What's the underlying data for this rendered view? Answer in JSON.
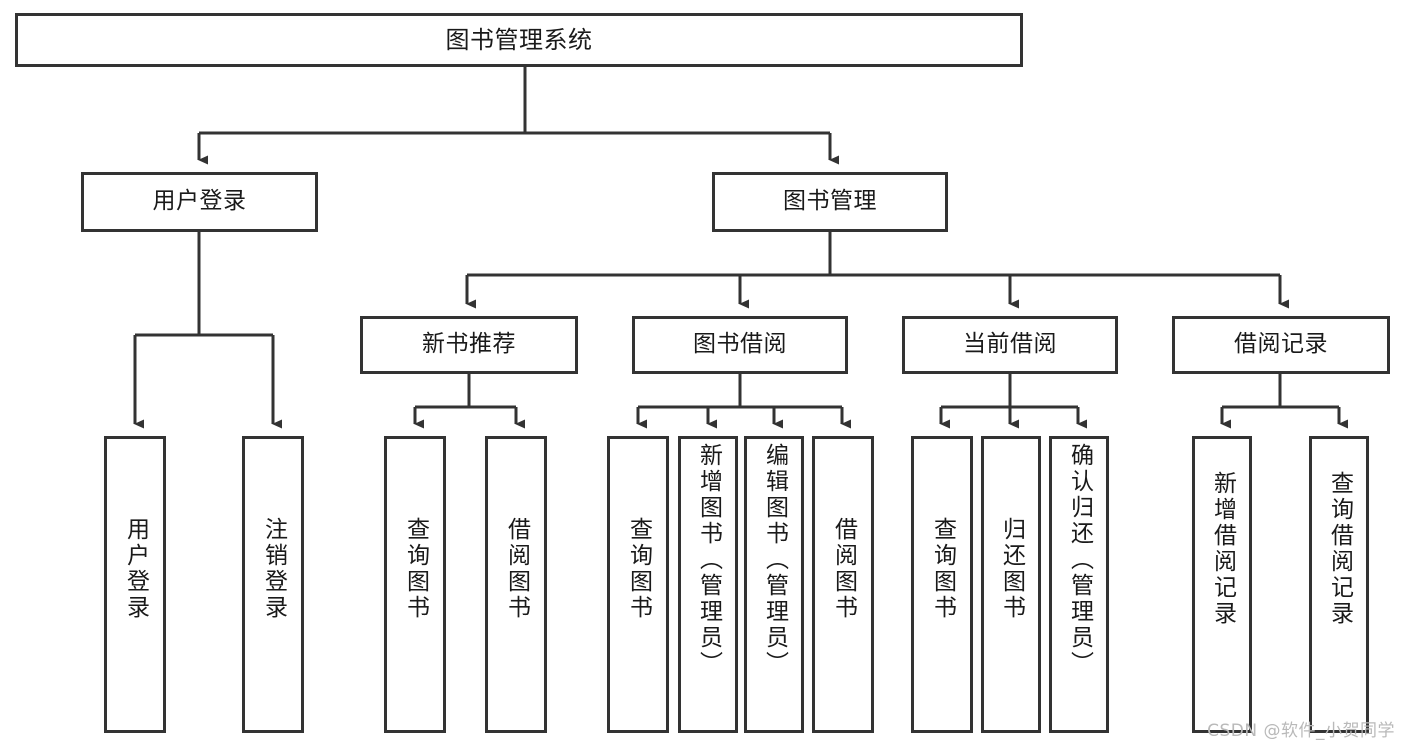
{
  "diagram": {
    "type": "tree-hierarchy",
    "title": "图书管理系统",
    "watermark": "CSDN @软件_小贺同学",
    "colors": {
      "stroke": "#333333",
      "fill": "#ffffff",
      "text": "#1a1a1a",
      "watermark": "#b9b9b9"
    },
    "nodes": {
      "root": {
        "label": "图书管理系统"
      },
      "level1": [
        {
          "id": "user-login",
          "label": "用户登录"
        },
        {
          "id": "book-management",
          "label": "图书管理"
        }
      ],
      "level2": [
        {
          "id": "new-book-recommend",
          "label": "新书推荐"
        },
        {
          "id": "book-borrow",
          "label": "图书借阅"
        },
        {
          "id": "current-borrow",
          "label": "当前借阅"
        },
        {
          "id": "borrow-record",
          "label": "借阅记录"
        }
      ],
      "leaves": {
        "user_login": [
          {
            "id": "leaf-user-login",
            "label": "用户登录"
          },
          {
            "id": "leaf-logout-login",
            "label": "注销登录"
          }
        ],
        "new_book_recommend": [
          {
            "id": "leaf-query-book-1",
            "label": "查询图书"
          },
          {
            "id": "leaf-borrow-book-1",
            "label": "借阅图书"
          }
        ],
        "book_borrow": [
          {
            "id": "leaf-query-book-2",
            "label": "查询图书"
          },
          {
            "id": "leaf-add-book-admin",
            "label": "新增图书（管理员）"
          },
          {
            "id": "leaf-edit-book-admin",
            "label": "编辑图书（管理员）"
          },
          {
            "id": "leaf-borrow-book-2",
            "label": "借阅图书"
          }
        ],
        "current_borrow": [
          {
            "id": "leaf-query-book-3",
            "label": "查询图书"
          },
          {
            "id": "leaf-return-book",
            "label": "归还图书"
          },
          {
            "id": "leaf-confirm-return-admin",
            "label": "确认归还（管理员）"
          }
        ],
        "borrow_record": [
          {
            "id": "leaf-add-borrow-record",
            "label": "新增借阅记录"
          },
          {
            "id": "leaf-query-borrow-record",
            "label": "查询借阅记录"
          }
        ]
      }
    }
  }
}
